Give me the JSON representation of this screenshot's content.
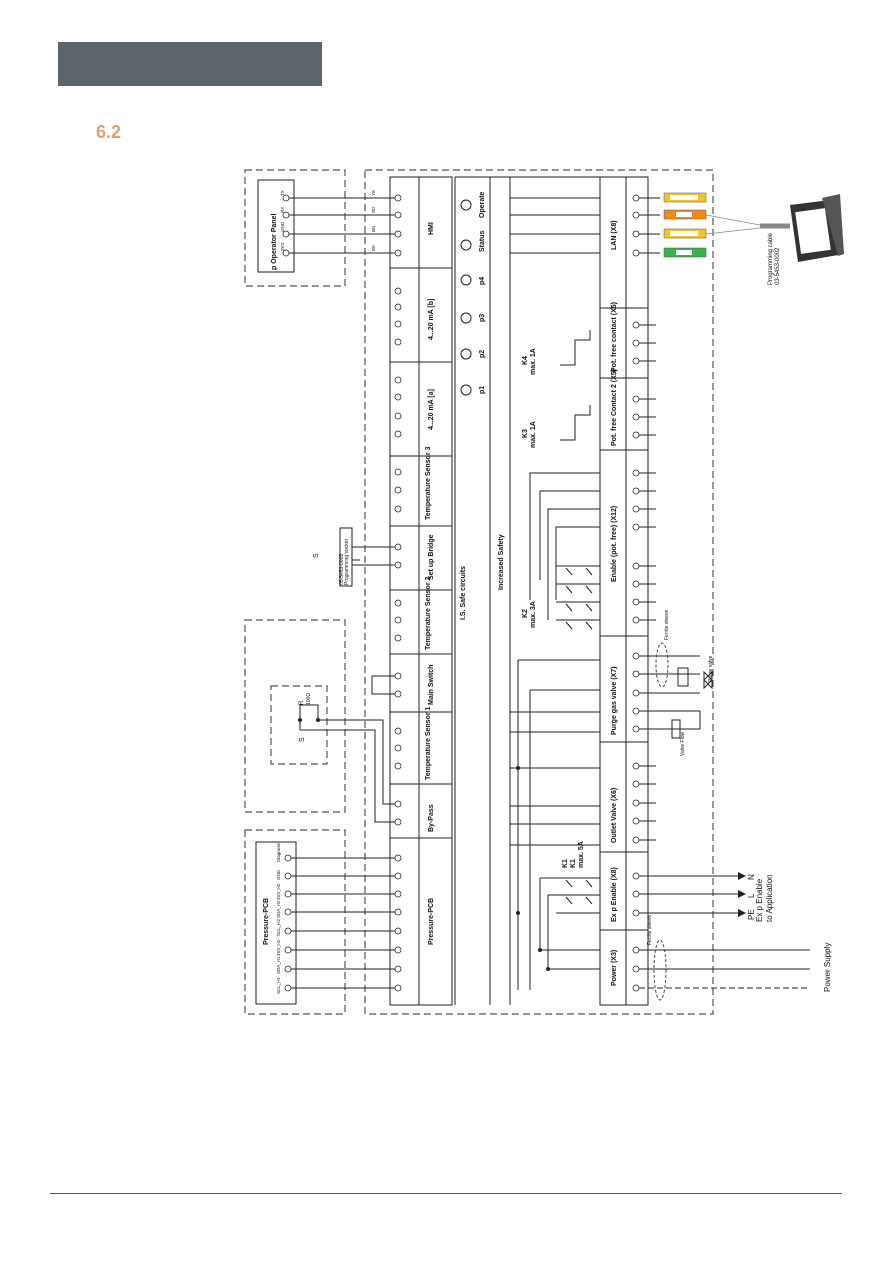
{
  "section": {
    "number": "6.2"
  },
  "blocks": {
    "operator_panel": "p Operator Panel",
    "pressure_pcb_left": "Pressure-PCB",
    "pressure_pcb": "Pressure-PCB",
    "hmi": "HMI",
    "ma_b": "4...20 mA [b]",
    "ma_a": "4...20 mA [a]",
    "temp3": "Temperature Sensor 3",
    "setup_bridge": "Set up Bridge",
    "temp2": "Temperature Sensor 2",
    "main_switch": "Main Switch",
    "temp1": "Temperature Sensor 1",
    "bypass": "By-Pass",
    "is_safe": "I.S. Safe circuits",
    "increased_safety": "Increased Safety",
    "lan": "LAN (X8)",
    "pot_free_contact": "Pot. free contact (X5)",
    "pot_free_contact2": "Pot. free Contact 2 (X5)",
    "enable_pot_free": "Enable (pot. free) (X12)",
    "purge_gas_valve": "Purge gas valve (X7)",
    "outlet_valve": "Outlet Valve (X6)",
    "ex_p_enable": "Ex p Enable (X8)",
    "power": "Power (X3)"
  },
  "leds": [
    "Operate",
    "Status",
    "p4",
    "p3",
    "p2",
    "p1"
  ],
  "relays": {
    "k4": "K4",
    "k4_rating": "max. 1A",
    "k3": "K3",
    "k3_rating": "max. 1A",
    "k2": "K2",
    "k2_rating": "max. 3A",
    "k1": "K1",
    "k1b": "K1",
    "k1_rating": "max. 5A"
  },
  "external": {
    "programming_cable": "Programming cable",
    "programming_part": "03-5453-0002",
    "programming_socket": "Programming socket",
    "socket_part": "05-5453-0009",
    "ferrite_sleeve_top": "Ferrite sleeve",
    "ferrite_sleeve_bottom": "Ferrite sleeve",
    "purge_valve": "Purge valve",
    "valve_flow": "Valve Flow",
    "ex_p_enable": "Ex p Enable",
    "to_application": "to Application",
    "power_supply": "Power Supply",
    "n": "N",
    "l": "L",
    "pe": "PE",
    "s_label": "S",
    "s_switch": "S",
    "r_label": "R",
    "resistor": "100Ω"
  },
  "pcb_pins": [
    "Diagnose",
    "GND",
    "3V3_H2",
    "SDA_H2",
    "SCL_H2",
    "3V3_H1",
    "SDA_H1",
    "SCL_H1"
  ],
  "panel_pins": [
    "TX",
    "RX",
    "GND",
    "3V3"
  ],
  "hmi_wire_labels": [
    "YE",
    "RD",
    "BN",
    "BK"
  ],
  "colors": {
    "header": "#5d666c",
    "section": "#e0a070",
    "orange": "#f08a1c",
    "yellow": "#f3c623",
    "green": "#37b24d"
  }
}
